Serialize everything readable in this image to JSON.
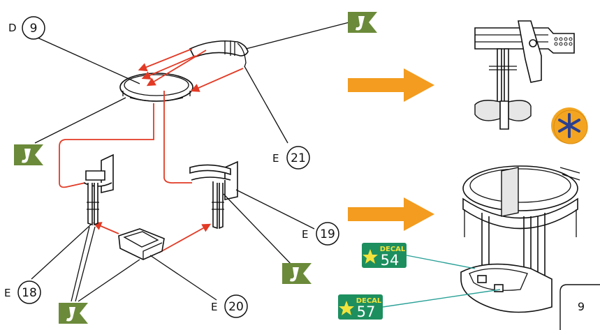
{
  "callouts": [
    {
      "letter": "D",
      "number": "9"
    },
    {
      "letter": "E",
      "number": "21"
    },
    {
      "letter": "E",
      "number": "19"
    },
    {
      "letter": "E",
      "number": "18"
    },
    {
      "letter": "E",
      "number": "20"
    }
  ],
  "decals": [
    {
      "label": "DECAL",
      "number": "54"
    },
    {
      "label": "DECAL",
      "number": "57"
    }
  ],
  "page_number": "9",
  "colors": {
    "arrow_orange": "#f39c1f",
    "flag_green": "#6b8a3a",
    "red_assembly": "#e23a25",
    "decal_green": "#1d8f5f",
    "badge_orange": "#f3a521",
    "leader_teal": "#2aa198"
  },
  "icons": [
    "flag-icon",
    "asterisk-badge-icon",
    "orange-arrow-icon"
  ]
}
